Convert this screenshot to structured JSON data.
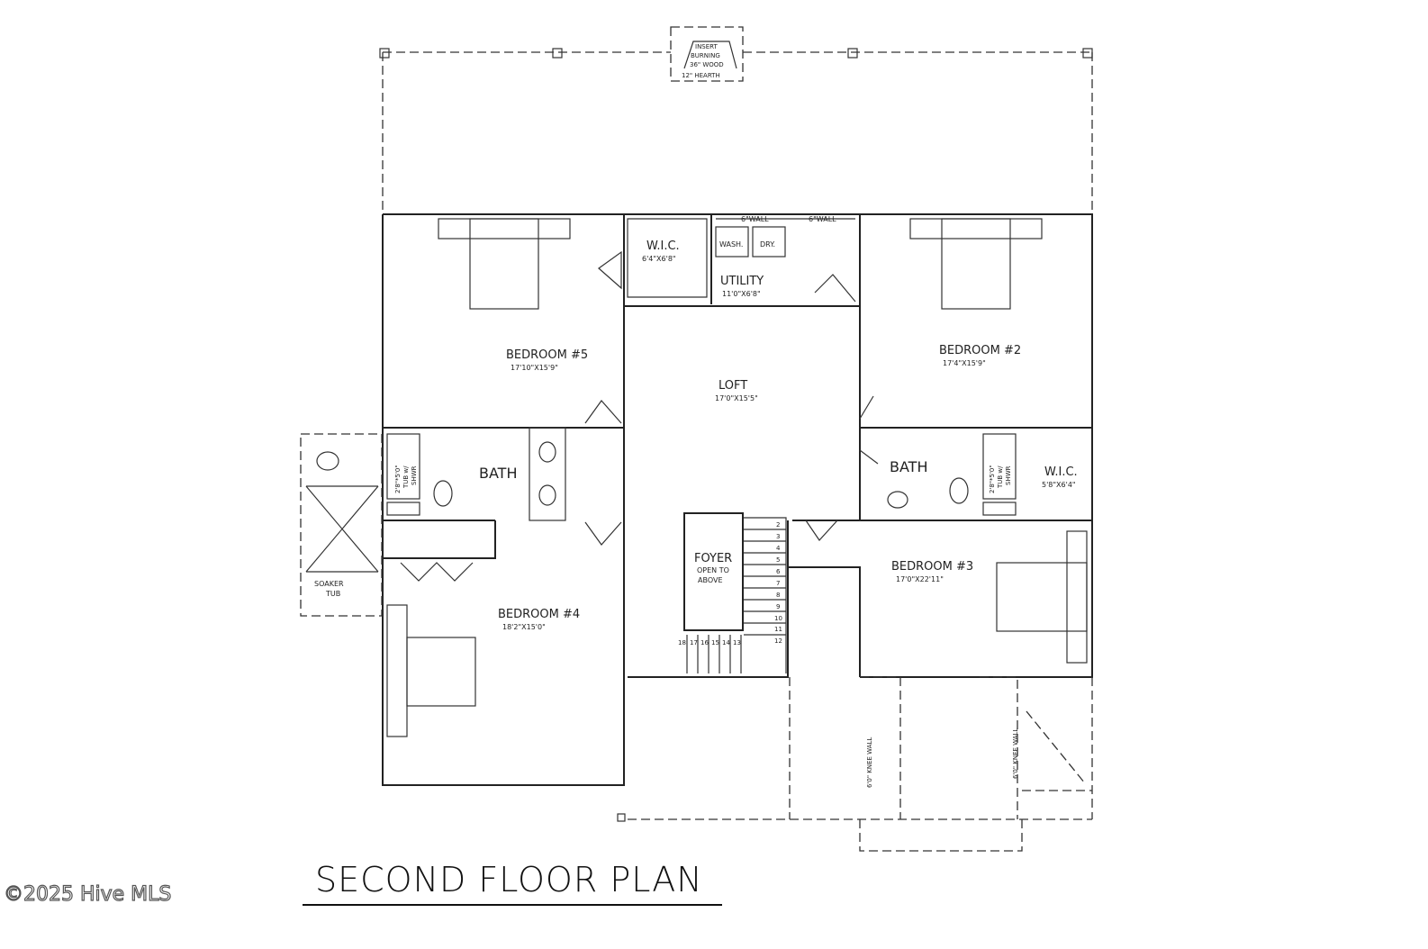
{
  "title": "SECOND FLOOR PLAN",
  "watermark": "©2025 Hive MLS",
  "fireplace": {
    "line1": "INSERT",
    "line2": "BURNING",
    "line3": "36\" WOOD",
    "hearth": "12\" HEARTH"
  },
  "wall_notes": [
    "6\"WALL",
    "6\"WALL"
  ],
  "rooms": {
    "bedroom5": {
      "name": "BEDROOM #5",
      "size": "17'10\"X15'9\""
    },
    "wic1": {
      "name": "W.I.C.",
      "size": "6'4\"X6'8\""
    },
    "utility": {
      "name": "UTILITY",
      "size": "11'0\"X6'8\"",
      "wash": "WASH.",
      "dry": "DRY."
    },
    "loft": {
      "name": "LOFT",
      "size": "17'0\"X15'5\""
    },
    "bedroom2": {
      "name": "BEDROOM #2",
      "size": "17'4\"X15'9\""
    },
    "bath1": {
      "name": "BATH",
      "tub": [
        "2'8\"*5'0\"",
        "TUB w/",
        "SHWR"
      ]
    },
    "bath2": {
      "name": "BATH",
      "tub": [
        "2'8\"*5'0\"",
        "TUB w/",
        "SHWR"
      ]
    },
    "wic2": {
      "name": "W.I.C.",
      "size": "5'8\"X6'4\""
    },
    "soaker": {
      "line1": "SOAKER",
      "line2": "TUB"
    },
    "foyer": {
      "name": "FOYER",
      "line2": "OPEN TO",
      "line3": "ABOVE"
    },
    "bedroom4": {
      "name": "BEDROOM #4",
      "size": "18'2\"X15'0\""
    },
    "bedroom3": {
      "name": "BEDROOM #3",
      "size": "17'0\"X22'11\""
    }
  },
  "stairs_right": [
    "2",
    "3",
    "4",
    "5",
    "6",
    "7",
    "8",
    "9",
    "10",
    "11",
    "12"
  ],
  "stairs_bottom": [
    "18",
    "17",
    "16",
    "15",
    "14",
    "13"
  ],
  "knee_walls": [
    "6'0\" KNEE WALL",
    "6'0\" KNEE WALL"
  ]
}
